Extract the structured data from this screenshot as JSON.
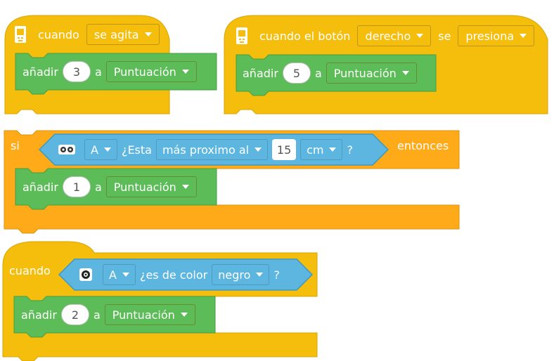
{
  "colors": {
    "event": "#f5be0d",
    "control": "#ffab19",
    "operator": "#5cbc58",
    "sensor": "#5cb6e0"
  },
  "block1": {
    "icon": "hub-icon",
    "label": "cuando",
    "trigger": "se agita",
    "action": {
      "label": "añadir",
      "value": "3",
      "prep": "a",
      "variable": "Puntuación"
    }
  },
  "block2": {
    "icon": "hub-icon",
    "label": "cuando el botón",
    "button": "derecho",
    "mid": "se",
    "state": "presiona",
    "action": {
      "label": "añadir",
      "value": "5",
      "prep": "a",
      "variable": "Puntuación"
    }
  },
  "block3": {
    "label_if": "si",
    "sensor_icon": "distance-sensor-icon",
    "port": "A",
    "question": "¿Esta",
    "comparison": "más proximo al",
    "value": "15",
    "unit": "cm",
    "qmark": "?",
    "label_then": "entonces",
    "action": {
      "label": "añadir",
      "value": "1",
      "prep": "a",
      "variable": "Puntuación"
    }
  },
  "block4": {
    "label": "cuando",
    "sensor_icon": "color-sensor-icon",
    "port": "A",
    "question": "¿es de color",
    "color": "negro",
    "qmark": "?",
    "action": {
      "label": "añadir",
      "value": "2",
      "prep": "a",
      "variable": "Puntuación"
    }
  }
}
